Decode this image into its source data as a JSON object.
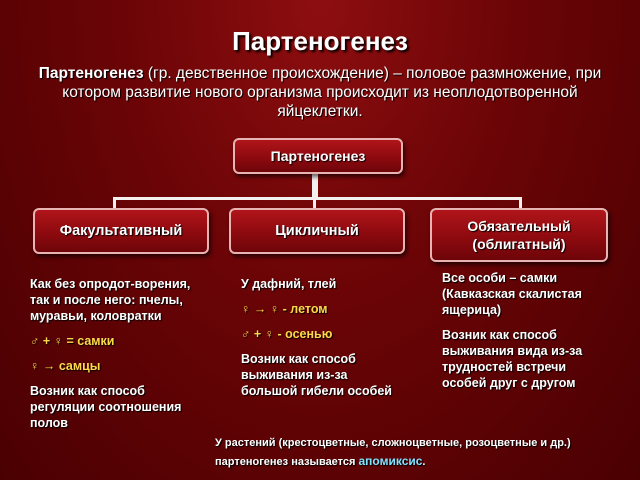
{
  "title": "Партеногенез",
  "definition": {
    "term": "Партеногенез",
    "text": " (гр. девственное происхождение) – половое размножение, при котором развитие нового организма происходит из неоплодотворенной яйцеклетки."
  },
  "diagram": {
    "root": "Партеногенез",
    "branches": [
      {
        "label": "Факультативный",
        "lines": [
          {
            "text": "Как без опродот-ворения, так и после него: пчелы, муравьи, коловратки",
            "highlight": false
          },
          {
            "text": "♂ + ♀ = самки",
            "highlight": true
          },
          {
            "text": "♀ → самцы",
            "highlight": true
          },
          {
            "text": "Возник как способ регуляции соотношения полов",
            "highlight": false
          }
        ]
      },
      {
        "label": "Цикличный",
        "lines": [
          {
            "text": "У дафний, тлей",
            "highlight": false
          },
          {
            "text": "♀ → ♀ - летом",
            "highlight": true
          },
          {
            "text": "♂ + ♀ - осенью",
            "highlight": true
          },
          {
            "text": "Возник как способ выживания из-за большой гибели особей",
            "highlight": false
          }
        ]
      },
      {
        "label": "Обязательный (облигатный)",
        "lines": [
          {
            "text": "Все особи – самки (Кавказская скалистая ящерица)",
            "highlight": false
          },
          {
            "text": "Возник как способ выживания вида из-за трудностей встречи особей друг с другом",
            "highlight": false
          }
        ]
      }
    ]
  },
  "note": {
    "text": "У растений (крестоцветные, сложноцветные, розоцветные и др.) партеногенез называется ",
    "term": "апомиксис",
    "end": "."
  },
  "colors": {
    "background": "#6a0406",
    "box": "#8d0a0f",
    "highlight": "#ffd84a",
    "accent": "#7fe3ff"
  }
}
